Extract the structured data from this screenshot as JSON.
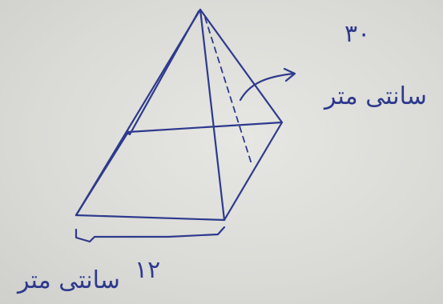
{
  "diagram": {
    "height_label": {
      "value": "۳۰",
      "unit": "سانتی متر"
    },
    "base_label": {
      "value": "۱۲",
      "unit": "سانتی متر"
    },
    "ink_color": "#2e3a8c"
  }
}
